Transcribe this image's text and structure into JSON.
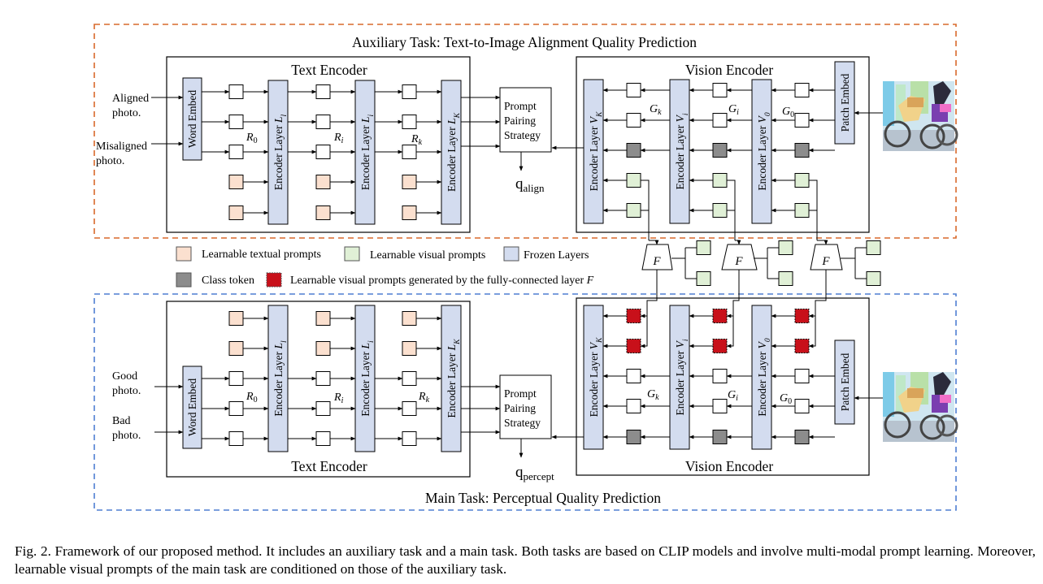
{
  "aux_task_title": "Auxiliary Task: Text-to-Image Alignment Quality Prediction",
  "main_task_title": "Main Task: Perceptual Quality Prediction",
  "text_encoder_label": "Text Encoder",
  "vision_encoder_label": "Vision Encoder",
  "word_embed_label": "Word Embed",
  "patch_embed_label": "Patch Embed",
  "encoder_layer_prefix": "Encoder Layer",
  "text_layer_subs": [
    "l",
    "i",
    "K"
  ],
  "vision_layer_subs": [
    "K",
    "i",
    "0"
  ],
  "layer_letter_text": "L",
  "layer_letter_vision": "V",
  "text_prompt_letter": "R",
  "text_prompt_subs": [
    "0",
    "i",
    "k"
  ],
  "vision_prompt_letter": "G",
  "vision_prompt_subs": [
    "k",
    "i",
    "0"
  ],
  "prompt_pairing": [
    "Prompt",
    "Pairing",
    "Strategy"
  ],
  "q_letter": "q",
  "q_align_sub": "align",
  "q_percept_sub": "percept",
  "fc_label": "F",
  "aux_inputs": [
    [
      "Aligned",
      "photo."
    ],
    [
      "Misaligned",
      "photo."
    ]
  ],
  "main_inputs": [
    [
      "Good",
      "photo."
    ],
    [
      "Bad",
      "photo."
    ]
  ],
  "legend": {
    "textual": "Learnable textual prompts",
    "visual": "Learnable visual prompts",
    "frozen": "Frozen Layers",
    "class_token": "Class token",
    "generated": "Learnable visual prompts generated by the fully-connected layer",
    "generated_var": "F"
  },
  "caption": "Fig. 2.  Framework of our proposed method. It includes an auxiliary task and a main task. Both tasks are based on CLIP models and involve multi-modal prompt learning. Moreover, learnable visual prompts of the main task are conditioned on those of the auxiliary task.",
  "colors": {
    "aux_border": "#d9692b",
    "main_border": "#4f7fd2",
    "frozen_fill": "#d3dcef",
    "textual_fill": "#fbe0cf",
    "visual_fill": "#e0f0d6",
    "class_fill": "#8c8c8c",
    "generated_fill": "#c8101a"
  }
}
